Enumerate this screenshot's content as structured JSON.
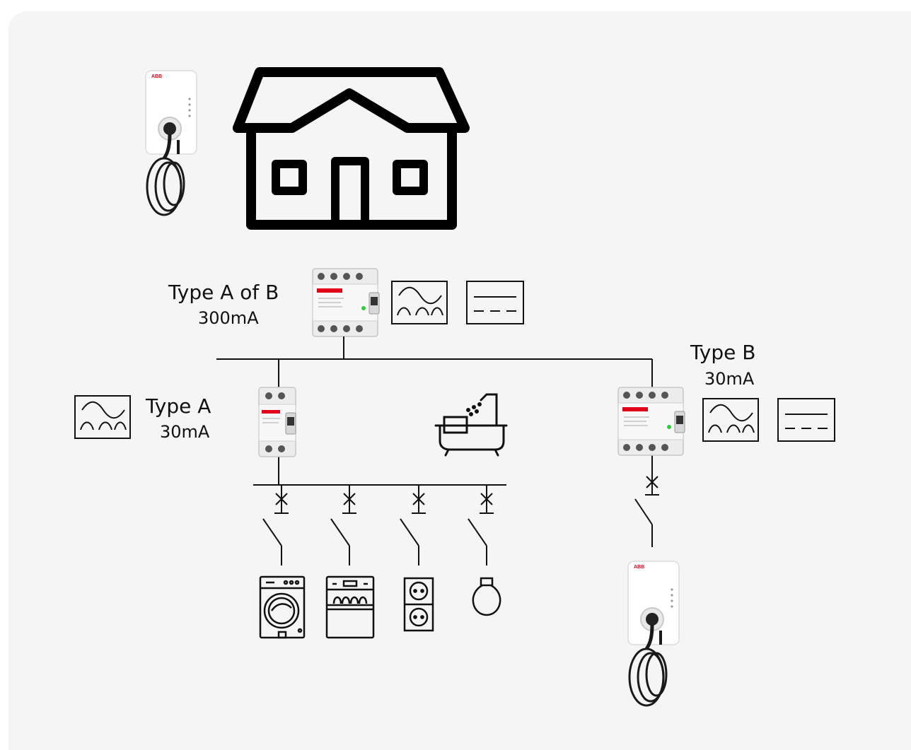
{
  "main_rcd": {
    "type_label": "Type A of B",
    "current_label": "300mA"
  },
  "rcd_a": {
    "type_label": "Type A",
    "current_label": "30mA"
  },
  "rcd_b": {
    "type_label": "Type B",
    "current_label": "30mA"
  },
  "charger": {
    "brand": "ABB"
  },
  "icons": {
    "house": "house-icon",
    "bathtub": "bathtub-icon",
    "washing_machine": "washing-machine-icon",
    "dishwasher": "dishwasher-icon",
    "socket": "socket-icon",
    "bulb": "light-bulb-icon",
    "ac_pulsating_symbol": "ac-pulsating-symbol",
    "dc_symbol": "dc-symbol"
  },
  "colors": {
    "background": "#f5f5f5",
    "line": "#111111",
    "abb_red": "#e2001a",
    "device_body": "#ededed",
    "status_led": "#2ecc40"
  }
}
